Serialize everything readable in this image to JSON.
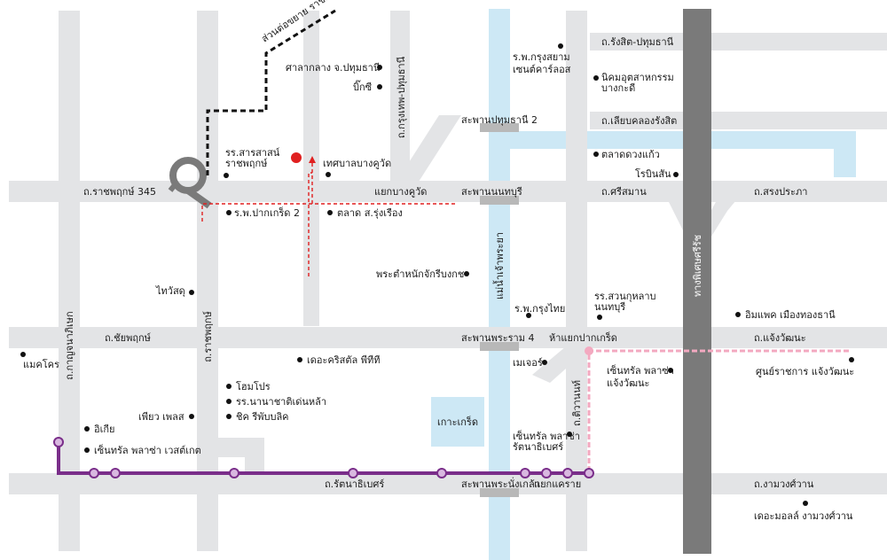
{
  "colors": {
    "road": "#e3e4e6",
    "river": "#cde8f5",
    "expressway": "#7a7a7a",
    "bridge": "#b8b8b8",
    "purple_line": "#7a2e8a",
    "pink_line": "#f3a9c0",
    "red_route": "#e02020",
    "poi_dot": "#111111",
    "island": "#cde8f5"
  },
  "roads": {
    "ratchaphruek_345": "ถ.ราชพฤกษ์ 345",
    "rangsit_pathumthani": "ถ.รังสิต-ปทุมธานี",
    "liap_khlong_rangsit": "ถ.เลียบคลองรังสิต",
    "si_saman": "ถ.ศรีสมาน",
    "song_prakha": "ถ.สรงประภา",
    "chaiyaphruek": "ถ.ชัยพฤกษ์",
    "chaeng_watthana": "ถ.แจ้งวัฒนะ",
    "rattanathibet": "ถ.รัตนาธิเบศร์",
    "ngamwongwan": "ถ.งามวงศ์วาน",
    "kanchanaphisek": "ถ.กาญจนาภิเษก",
    "ratchaphruek": "ถ.ราชพฤกษ์",
    "krungthep_pathumthani": "ถ.กรุงเทพ-ปทุมธานี",
    "tiwanon": "ถ.ติวานนท์",
    "expressway": "ทางพิเศษศรีรัช",
    "river": "แม่น้ำเจ้าพระยา",
    "extension": "ส่วนต่อขยาย ราชพฤกษ์-ปทุม"
  },
  "bridges": {
    "pathumthani_2": "สะพานปทุมธานี 2",
    "nonthaburi": "สะพานนนทบุรี",
    "rama_4": "สะพานพระราม 4",
    "phra_nang_klao": "สะพานพระนั่งเกล้า"
  },
  "junctions": {
    "bang_khu_wat": "แยกบางคูวัด",
    "pak_kret": "ห้าแยกปากเกร็ด",
    "khae_rai": "แยกแคราย"
  },
  "island": "เกาะเกร็ด",
  "pois": {
    "pathum_court": "ศาลากลาง จ.ปทุมธานี",
    "big_c": "บิ๊กซี",
    "school_saraswati": "รร.สารสาสน์",
    "school_saraswati_2": "ราชพฤกษ์",
    "bang_khu_wat_muni": "เทศบาลบางคูวัด",
    "rama_hospital": "ร.พ.ปากเกร็ด 2",
    "market_rungrueang": "ตลาด ส.รุ่งเรือง",
    "royal_residence": "พระตำหนักจักรีบงกช",
    "thai_watsadu": "ไทวัสดุ",
    "hospital_siam_1": "ร.พ.กรุงสยาม",
    "hospital_siam_2": "เซนต์คาร์ลอส",
    "industrial_1": "นิคมอุตสาหกรรม",
    "industrial_2": "บางกะดี",
    "market_duangkaew": "ตลาดดวงแก้ว",
    "robinson": "โรบินสัน",
    "hospital_krungthai": "ร.พ.กรุงไทย",
    "school_suankularb_1": "รร.สวนกุหลาบ",
    "school_suankularb_2": "นนทบุรี",
    "impact": "อิมแพค เมืองทองธานี",
    "makro": "แมคโคร",
    "crystal_park": "เดอะคริสตัล พีทีที",
    "homepro": "โฮมโปร",
    "school_intl": "รร.นานาชาติเด่นหล้า",
    "chic_republic": "ชิค รีพับบลิค",
    "ikea": "อิเกีย",
    "pure_place": "เพียว เพลส",
    "central_westgate": "เซ็นทรัล พลาซ่า เวสต์เกต",
    "mayor": "เมเจอร์",
    "central_chaeng_1": "เซ็นทรัล พลาซ่า",
    "central_chaeng_2": "แจ้งวัฒนะ",
    "govt_complex": "ศูนย์ราชการ แจ้งวัฒนะ",
    "central_rattana_1": "เซ็นทรัล พลาซ่า",
    "central_rattana_2": "รัตนาธิเบศร์",
    "the_mall": "เดอะมอลล์ งามวงศ์วาน"
  }
}
